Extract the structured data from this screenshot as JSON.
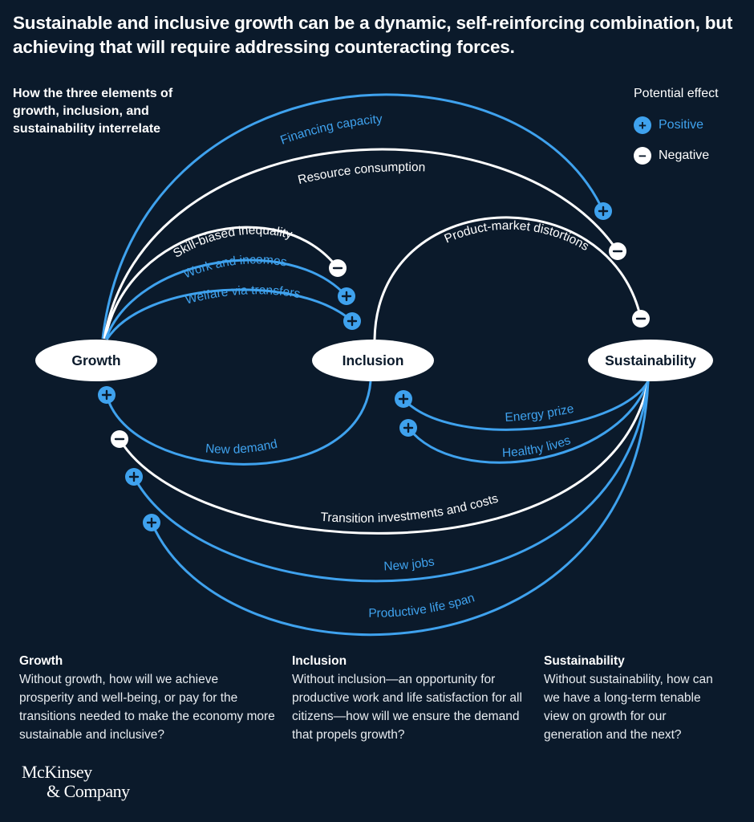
{
  "title": "Sustainable and inclusive growth can be a dynamic, self-reinforcing combination, but achieving that will require addressing counteracting forces.",
  "subtitle": "How the three elements of growth, inclusion, and sustainability interrelate",
  "legend": {
    "title": "Potential effect",
    "positive": {
      "label": "Positive",
      "symbol": "+",
      "icon": "plus-circle-icon",
      "color": "#3fa2ee"
    },
    "negative": {
      "label": "Negative",
      "symbol": "−",
      "icon": "minus-circle-icon",
      "color": "#ffffff"
    }
  },
  "colors": {
    "background": "#0b1a2b",
    "positive": "#3fa2ee",
    "negative": "#ffffff"
  },
  "nodes": [
    {
      "id": "growth",
      "label": "Growth"
    },
    {
      "id": "inclusion",
      "label": "Inclusion"
    },
    {
      "id": "sustainability",
      "label": "Sustainability"
    }
  ],
  "links": [
    {
      "id": "financing-capacity",
      "label": "Financing capacity",
      "from": "Growth",
      "to": "Sustainability",
      "effect": "positive"
    },
    {
      "id": "resource-consumption",
      "label": "Resource consumption",
      "from": "Growth",
      "to": "Sustainability",
      "effect": "negative"
    },
    {
      "id": "skill-biased-inequality",
      "label": "Skill-biased inequality",
      "from": "Growth",
      "to": "Inclusion",
      "effect": "negative"
    },
    {
      "id": "work-and-incomes",
      "label": "Work and incomes",
      "from": "Growth",
      "to": "Inclusion",
      "effect": "positive"
    },
    {
      "id": "welfare-via-transfers",
      "label": "Welfare via transfers",
      "from": "Growth",
      "to": "Inclusion",
      "effect": "positive"
    },
    {
      "id": "product-market-distortions",
      "label": "Product-market distortions",
      "from": "Inclusion",
      "to": "Sustainability",
      "effect": "negative"
    },
    {
      "id": "new-demand",
      "label": "New demand",
      "from": "Inclusion",
      "to": "Growth",
      "effect": "positive"
    },
    {
      "id": "energy-prize",
      "label": "Energy prize",
      "from": "Sustainability",
      "to": "Inclusion",
      "effect": "positive"
    },
    {
      "id": "healthy-lives",
      "label": "Healthy lives",
      "from": "Sustainability",
      "to": "Inclusion",
      "effect": "positive"
    },
    {
      "id": "transition-investments",
      "label": "Transition investments and costs",
      "from": "Sustainability",
      "to": "Growth",
      "effect": "negative"
    },
    {
      "id": "new-jobs",
      "label": "New jobs",
      "from": "Sustainability",
      "to": "Growth",
      "effect": "positive"
    },
    {
      "id": "productive-life-span",
      "label": "Productive life span",
      "from": "Sustainability",
      "to": "Growth",
      "effect": "positive"
    }
  ],
  "footer": [
    {
      "heading": "Growth",
      "text": "Without growth, how will we achieve prosperity and well-being, or pay for the transitions needed to make the economy more sustainable and inclusive?"
    },
    {
      "heading": "Inclusion",
      "text": "Without inclusion—an opportunity for productive work and life satisfaction for all citizens—how will we ensure the demand that propels growth?"
    },
    {
      "heading": "Sustainability",
      "text": "Without sustainability, how can we have a long-term tenable view on growth for our generation and the next?"
    }
  ],
  "logo": {
    "line1": "McKinsey",
    "line2": "& Company"
  }
}
